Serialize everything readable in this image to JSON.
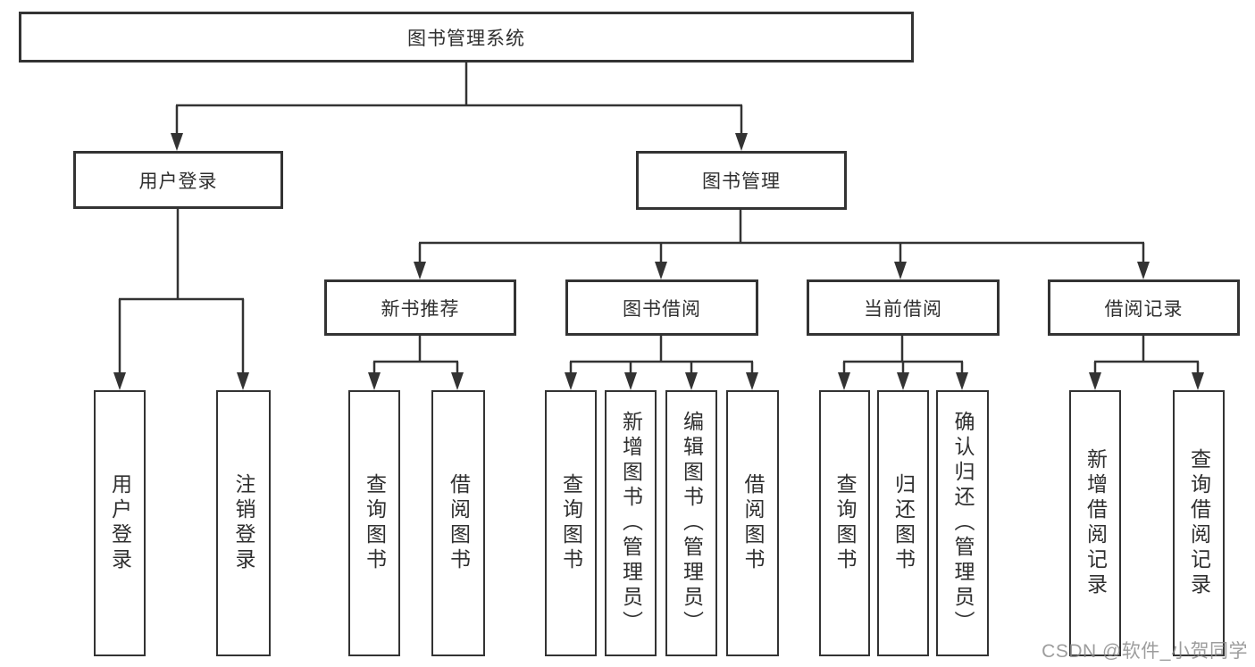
{
  "tree": {
    "label": "图书管理系统",
    "children": [
      {
        "label": "用户登录",
        "children": [
          {
            "label": "用户登录"
          },
          {
            "label": "注销登录"
          }
        ]
      },
      {
        "label": "图书管理",
        "children": [
          {
            "label": "新书推荐",
            "children": [
              {
                "label": "查询图书"
              },
              {
                "label": "借阅图书"
              }
            ]
          },
          {
            "label": "图书借阅",
            "children": [
              {
                "label": "查询图书"
              },
              {
                "label": "新增图书（管理员）"
              },
              {
                "label": "编辑图书（管理员）"
              },
              {
                "label": "借阅图书"
              }
            ]
          },
          {
            "label": "当前借阅",
            "children": [
              {
                "label": "查询图书"
              },
              {
                "label": "归还图书"
              },
              {
                "label": "确认归还（管理员）"
              }
            ]
          },
          {
            "label": "借阅记录",
            "children": [
              {
                "label": "新增借阅记录"
              },
              {
                "label": "查询借阅记录"
              }
            ]
          }
        ]
      }
    ]
  },
  "colors": {
    "line": "#333333",
    "text": "#2f2f2f",
    "background": "#ffffff",
    "watermark": "#878787"
  },
  "watermark": {
    "text": "CSDN @软件_小贺同学"
  }
}
